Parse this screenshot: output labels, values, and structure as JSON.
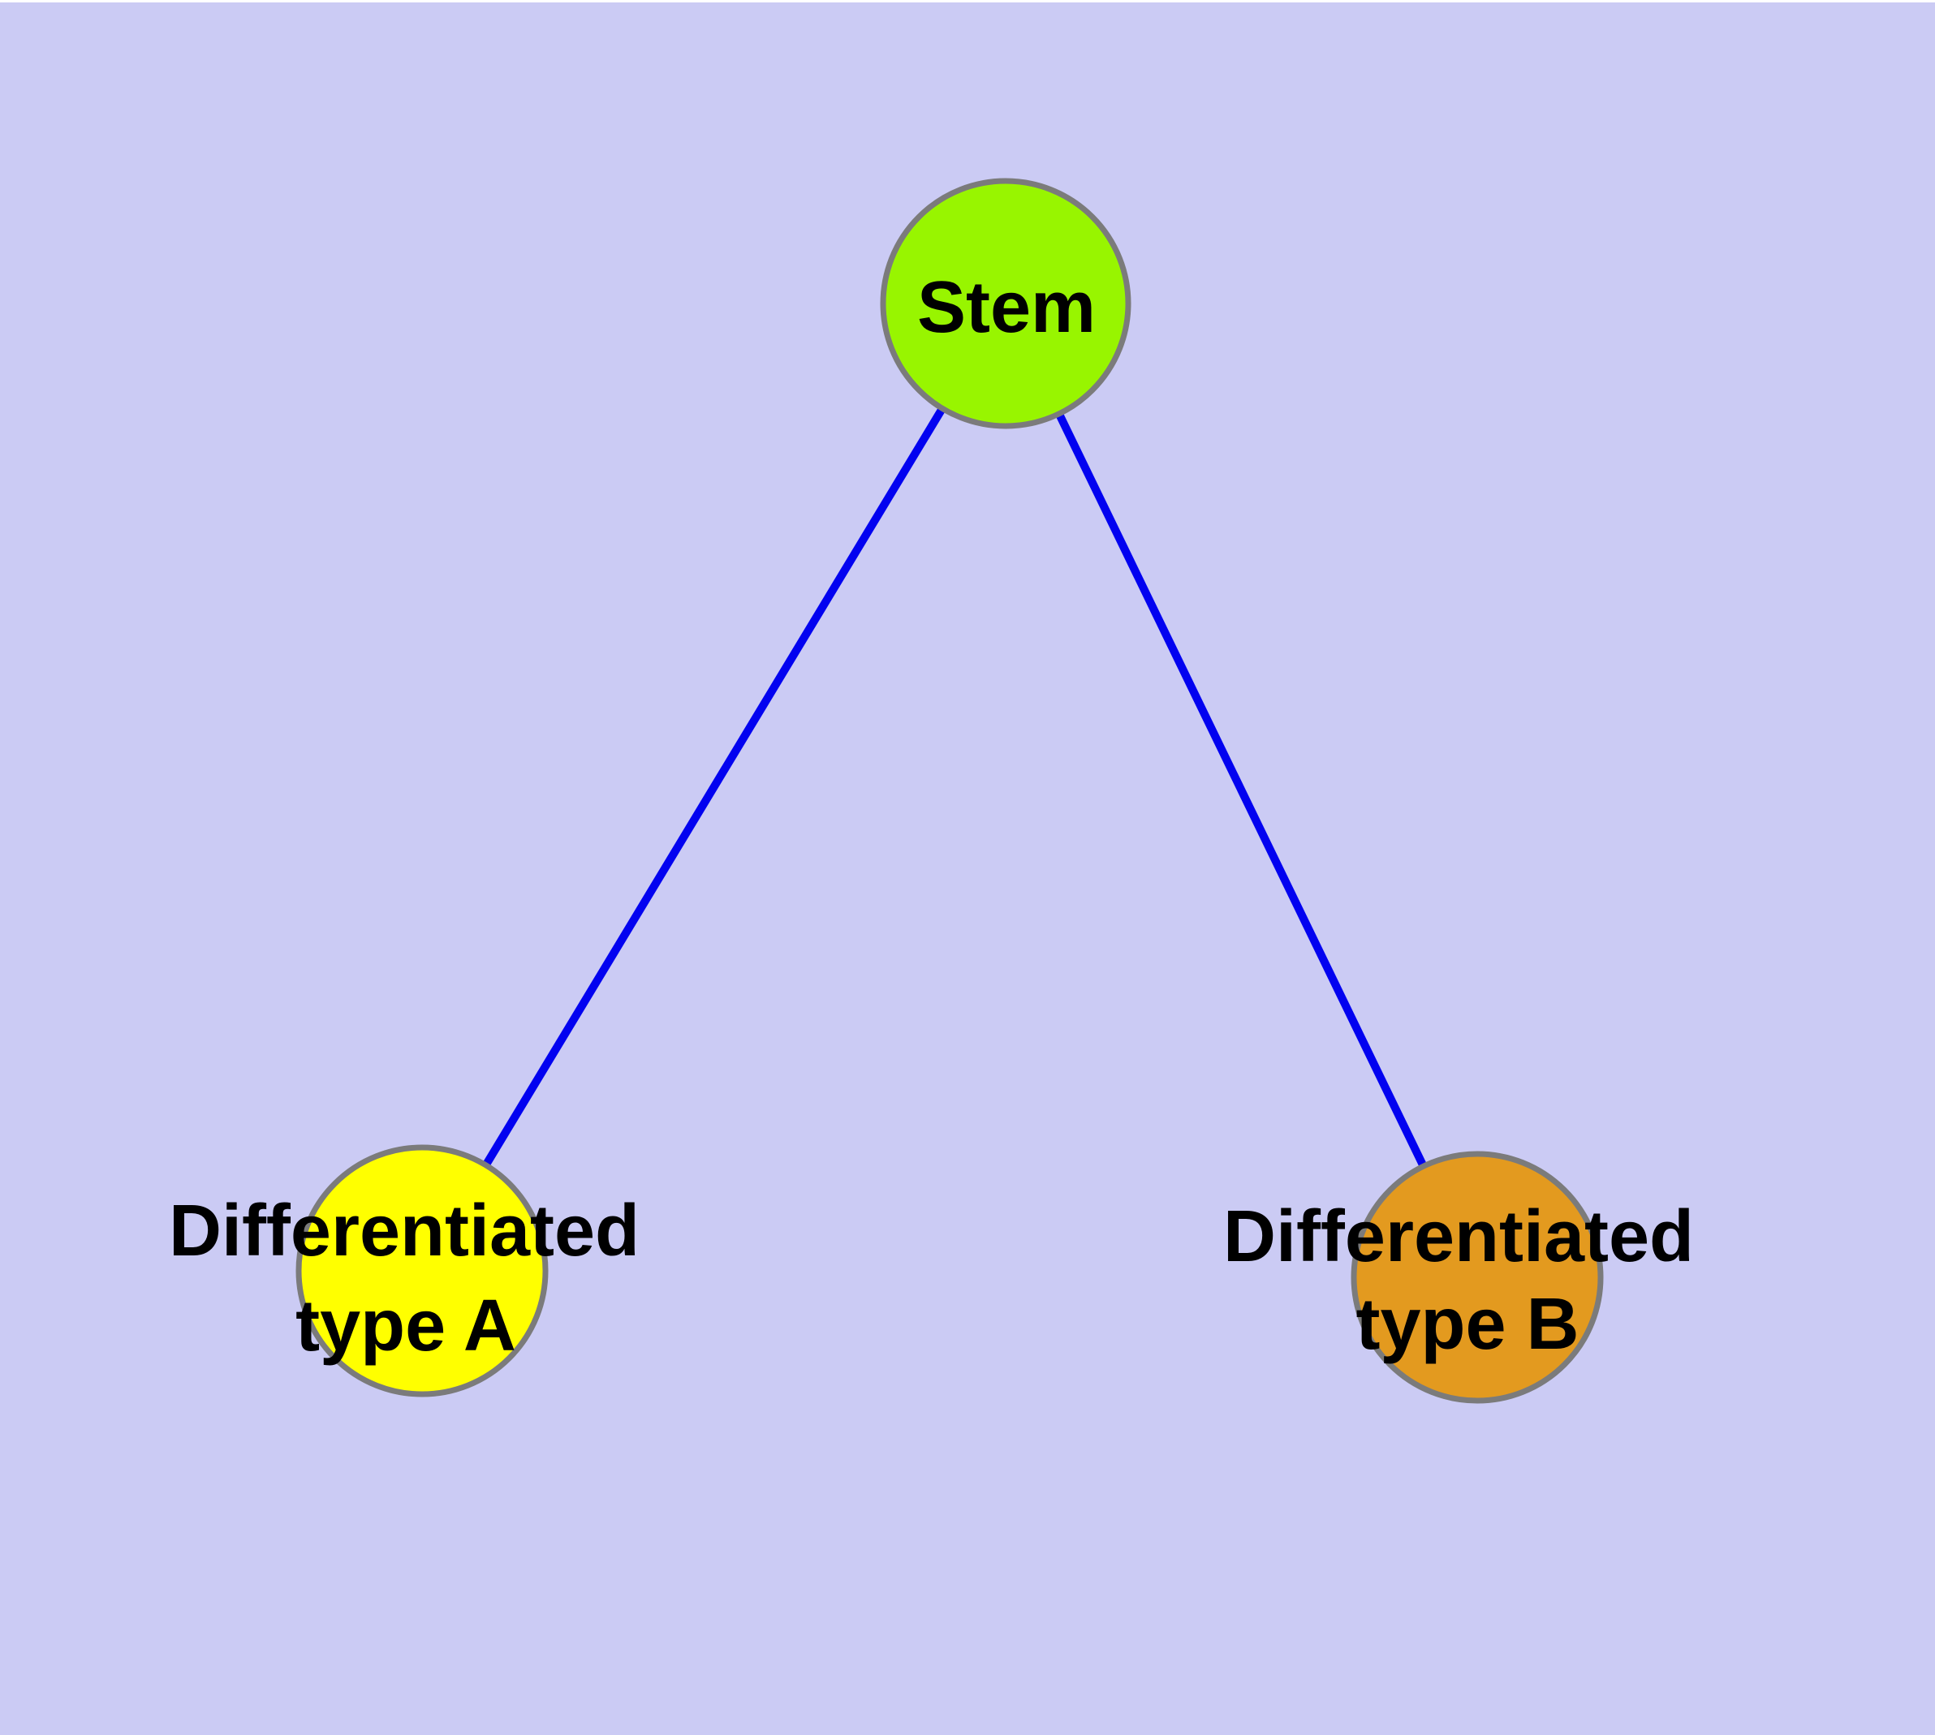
{
  "diagram": {
    "background_color": "#CBCBF4",
    "top_margin_color": "#FFFFFF",
    "edge_color": "#0202F0",
    "node_border_color": "#7B7B7B",
    "nodes": [
      {
        "id": "stem",
        "label": "Stem",
        "label_lines": [
          "Stem"
        ],
        "fill": "#98F500"
      },
      {
        "id": "differentiated-type-a",
        "label": "Differentiated type A",
        "label_lines": [
          "Differentiated",
          "type A"
        ],
        "fill": "#FFFF00"
      },
      {
        "id": "differentiated-type-b",
        "label": "Differentiated type B",
        "label_lines": [
          "Differentiated",
          "type B"
        ],
        "fill": "#E39A1F"
      }
    ],
    "edges": [
      {
        "from": "stem",
        "to": "differentiated-type-a"
      },
      {
        "from": "stem",
        "to": "differentiated-type-b"
      }
    ]
  }
}
